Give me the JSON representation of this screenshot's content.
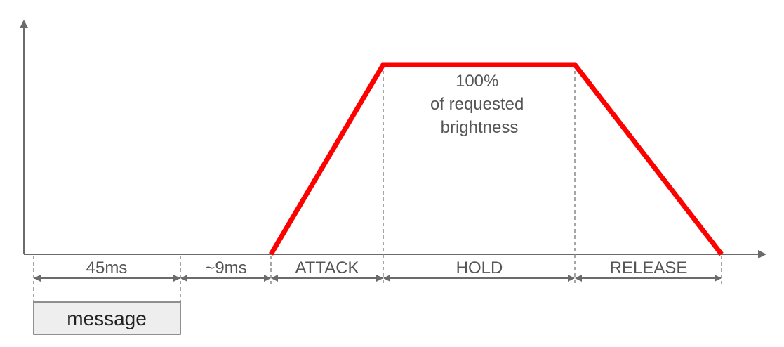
{
  "segments": [
    {
      "label": "45ms"
    },
    {
      "label": "~9ms"
    },
    {
      "label": "ATTACK"
    },
    {
      "label": "HOLD"
    },
    {
      "label": "RELEASE"
    }
  ],
  "hold_label": {
    "line1": "100%",
    "line2": "of requested",
    "line3": "brightness"
  },
  "message_box": {
    "label": "message"
  },
  "colors": {
    "envelope": "#ff0000",
    "axis": "#6b6b6b",
    "guide": "#888888",
    "message_fill": "#eeeeee"
  }
}
